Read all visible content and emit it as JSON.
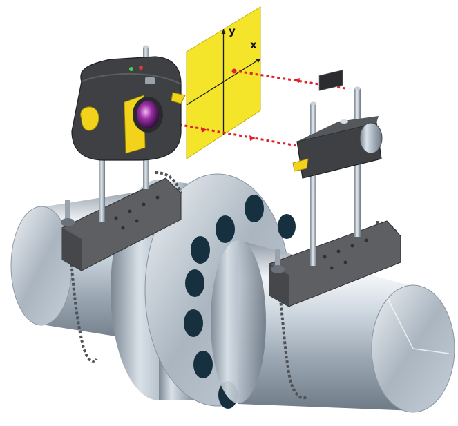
{
  "target": {
    "axis_y_label": "y",
    "axis_x_label": "x",
    "color": "#f5e52a"
  },
  "colors": {
    "laser": "#e0212b",
    "bracket": "#5d5f63",
    "housing": "#3e4044",
    "accent": "#f2d21b",
    "steel_light": "#e9eef3",
    "steel_dark": "#7d8894",
    "bolt_hole": "#17303f"
  },
  "components": [
    {
      "name": "shaft-left",
      "icon": "cylinder"
    },
    {
      "name": "coupling-flange",
      "icon": "flange"
    },
    {
      "name": "shaft-right",
      "icon": "cylinder"
    },
    {
      "name": "laser-emitter-unit",
      "icon": "laser-head"
    },
    {
      "name": "detector-unit",
      "icon": "detector"
    },
    {
      "name": "chain-bracket-left",
      "icon": "chain-bracket"
    },
    {
      "name": "chain-bracket-right",
      "icon": "chain-bracket"
    }
  ]
}
